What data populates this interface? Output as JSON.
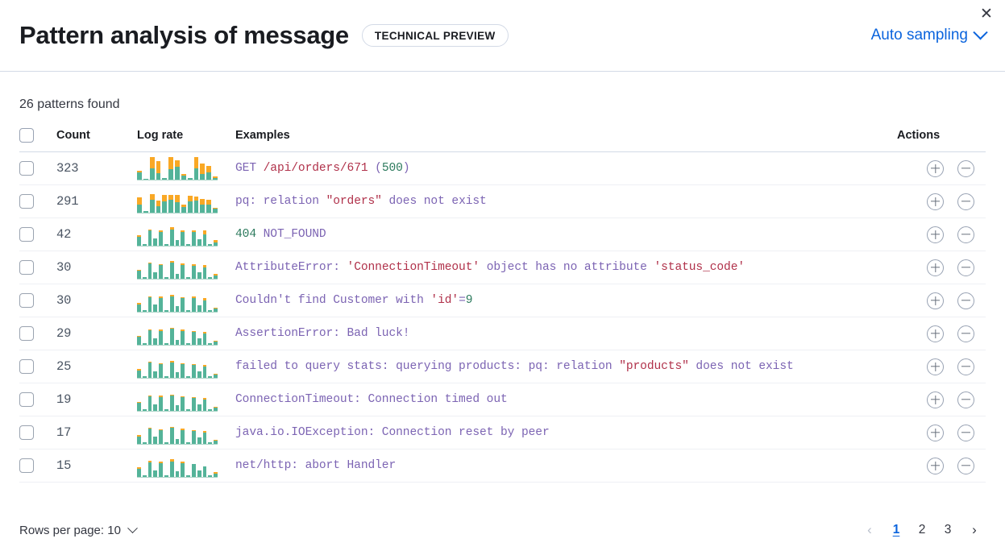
{
  "header": {
    "title": "Pattern analysis of message",
    "badge": "TECHNICAL PREVIEW",
    "sampling_label": "Auto sampling",
    "chevron_icon": "chevron-down-icon",
    "close_icon": "close-icon",
    "accent_color": "#0b64dd"
  },
  "summary": {
    "patterns_found": "26 patterns found"
  },
  "table": {
    "columns": {
      "select": "",
      "count": "Count",
      "log_rate": "Log rate",
      "examples": "Examples",
      "actions": "Actions"
    },
    "action_icons": {
      "add": "plus-circle-icon",
      "remove": "minus-circle-icon"
    },
    "colors": {
      "bar_teal": "#54b399",
      "bar_orange": "#f9a825",
      "token_default": "#7c64b3",
      "token_string": "#b0314a",
      "token_number": "#2c7a5d"
    },
    "rows": [
      {
        "count": "323",
        "tokens": [
          {
            "t": "GET ",
            "c": "default"
          },
          {
            "t": "/api/orders/671",
            "c": "string"
          },
          {
            "t": " (",
            "c": "default"
          },
          {
            "t": "500",
            "c": "number"
          },
          {
            "t": ")",
            "c": "default"
          }
        ],
        "sparkline": [
          {
            "teal": 30,
            "orange": 8
          },
          {
            "teal": 4,
            "orange": 0
          },
          {
            "teal": 46,
            "orange": 46
          },
          {
            "teal": 26,
            "orange": 50
          },
          {
            "teal": 6,
            "orange": 0
          },
          {
            "teal": 44,
            "orange": 50
          },
          {
            "teal": 52,
            "orange": 28
          },
          {
            "teal": 16,
            "orange": 8
          },
          {
            "teal": 6,
            "orange": 0
          },
          {
            "teal": 46,
            "orange": 46
          },
          {
            "teal": 22,
            "orange": 44
          },
          {
            "teal": 30,
            "orange": 26
          },
          {
            "teal": 8,
            "orange": 6
          }
        ]
      },
      {
        "count": "291",
        "tokens": [
          {
            "t": "pq: relation ",
            "c": "default"
          },
          {
            "t": "\"orders\"",
            "c": "string"
          },
          {
            "t": " does not exist",
            "c": "default"
          }
        ],
        "sparkline": [
          {
            "teal": 34,
            "orange": 30
          },
          {
            "teal": 8,
            "orange": 0
          },
          {
            "teal": 54,
            "orange": 22
          },
          {
            "teal": 28,
            "orange": 22
          },
          {
            "teal": 46,
            "orange": 26
          },
          {
            "teal": 52,
            "orange": 22
          },
          {
            "teal": 42,
            "orange": 30
          },
          {
            "teal": 22,
            "orange": 10
          },
          {
            "teal": 48,
            "orange": 22
          },
          {
            "teal": 50,
            "orange": 16
          },
          {
            "teal": 34,
            "orange": 22
          },
          {
            "teal": 34,
            "orange": 18
          },
          {
            "teal": 16,
            "orange": 4
          }
        ]
      },
      {
        "count": "42",
        "tokens": [
          {
            "t": "404",
            "c": "number"
          },
          {
            "t": " NOT_FOUND",
            "c": "default"
          }
        ],
        "sparkline": [
          {
            "teal": 36,
            "orange": 6
          },
          {
            "teal": 6,
            "orange": 0
          },
          {
            "teal": 62,
            "orange": 6
          },
          {
            "teal": 30,
            "orange": 0
          },
          {
            "teal": 58,
            "orange": 6
          },
          {
            "teal": 8,
            "orange": 0
          },
          {
            "teal": 68,
            "orange": 8
          },
          {
            "teal": 22,
            "orange": 0
          },
          {
            "teal": 58,
            "orange": 6
          },
          {
            "teal": 6,
            "orange": 0
          },
          {
            "teal": 56,
            "orange": 8
          },
          {
            "teal": 28,
            "orange": 0
          },
          {
            "teal": 48,
            "orange": 14
          },
          {
            "teal": 8,
            "orange": 0
          },
          {
            "teal": 12,
            "orange": 10
          }
        ]
      },
      {
        "count": "30",
        "tokens": [
          {
            "t": "AttributeError: ",
            "c": "default"
          },
          {
            "t": "'ConnectionTimeout'",
            "c": "string"
          },
          {
            "t": " object has no attribute ",
            "c": "default"
          },
          {
            "t": "'status_code'",
            "c": "string"
          }
        ],
        "sparkline": [
          {
            "teal": 32,
            "orange": 4
          },
          {
            "teal": 6,
            "orange": 0
          },
          {
            "teal": 62,
            "orange": 4
          },
          {
            "teal": 28,
            "orange": 0
          },
          {
            "teal": 56,
            "orange": 4
          },
          {
            "teal": 8,
            "orange": 0
          },
          {
            "teal": 66,
            "orange": 6
          },
          {
            "teal": 20,
            "orange": 0
          },
          {
            "teal": 58,
            "orange": 4
          },
          {
            "teal": 6,
            "orange": 0
          },
          {
            "teal": 54,
            "orange": 6
          },
          {
            "teal": 26,
            "orange": 0
          },
          {
            "teal": 46,
            "orange": 10
          },
          {
            "teal": 8,
            "orange": 0
          },
          {
            "teal": 12,
            "orange": 8
          }
        ]
      },
      {
        "count": "30",
        "tokens": [
          {
            "t": "Couldn't find Customer with ",
            "c": "default"
          },
          {
            "t": "'id'",
            "c": "string"
          },
          {
            "t": "=",
            "c": "default"
          },
          {
            "t": "9",
            "c": "number"
          }
        ],
        "sparkline": [
          {
            "teal": 30,
            "orange": 6
          },
          {
            "teal": 6,
            "orange": 0
          },
          {
            "teal": 60,
            "orange": 4
          },
          {
            "teal": 30,
            "orange": 0
          },
          {
            "teal": 58,
            "orange": 4
          },
          {
            "teal": 8,
            "orange": 0
          },
          {
            "teal": 64,
            "orange": 6
          },
          {
            "teal": 22,
            "orange": 0
          },
          {
            "teal": 56,
            "orange": 4
          },
          {
            "teal": 6,
            "orange": 0
          },
          {
            "teal": 56,
            "orange": 6
          },
          {
            "teal": 26,
            "orange": 0
          },
          {
            "teal": 48,
            "orange": 8
          },
          {
            "teal": 8,
            "orange": 0
          },
          {
            "teal": 12,
            "orange": 6
          }
        ]
      },
      {
        "count": "29",
        "tokens": [
          {
            "t": "AssertionError: Bad luck!",
            "c": "default"
          }
        ],
        "sparkline": [
          {
            "teal": 32,
            "orange": 4
          },
          {
            "teal": 6,
            "orange": 0
          },
          {
            "teal": 60,
            "orange": 4
          },
          {
            "teal": 26,
            "orange": 0
          },
          {
            "teal": 58,
            "orange": 4
          },
          {
            "teal": 8,
            "orange": 0
          },
          {
            "teal": 66,
            "orange": 4
          },
          {
            "teal": 20,
            "orange": 0
          },
          {
            "teal": 58,
            "orange": 4
          },
          {
            "teal": 6,
            "orange": 0
          },
          {
            "teal": 54,
            "orange": 4
          },
          {
            "teal": 28,
            "orange": 0
          },
          {
            "teal": 46,
            "orange": 6
          },
          {
            "teal": 8,
            "orange": 0
          },
          {
            "teal": 12,
            "orange": 6
          }
        ]
      },
      {
        "count": "25",
        "tokens": [
          {
            "t": "failed to query stats: querying products: pq: relation ",
            "c": "default"
          },
          {
            "t": "\"products\"",
            "c": "string"
          },
          {
            "t": " does not exist",
            "c": "default"
          }
        ],
        "sparkline": [
          {
            "teal": 30,
            "orange": 6
          },
          {
            "teal": 6,
            "orange": 0
          },
          {
            "teal": 62,
            "orange": 4
          },
          {
            "teal": 28,
            "orange": 0
          },
          {
            "teal": 56,
            "orange": 4
          },
          {
            "teal": 8,
            "orange": 0
          },
          {
            "teal": 64,
            "orange": 6
          },
          {
            "teal": 22,
            "orange": 0
          },
          {
            "teal": 56,
            "orange": 4
          },
          {
            "teal": 6,
            "orange": 0
          },
          {
            "teal": 54,
            "orange": 4
          },
          {
            "teal": 26,
            "orange": 0
          },
          {
            "teal": 46,
            "orange": 8
          },
          {
            "teal": 8,
            "orange": 0
          },
          {
            "teal": 12,
            "orange": 6
          }
        ]
      },
      {
        "count": "19",
        "tokens": [
          {
            "t": "ConnectionTimeout: Connection timed out",
            "c": "default"
          }
        ],
        "sparkline": [
          {
            "teal": 32,
            "orange": 6
          },
          {
            "teal": 6,
            "orange": 0
          },
          {
            "teal": 60,
            "orange": 4
          },
          {
            "teal": 28,
            "orange": 0
          },
          {
            "teal": 58,
            "orange": 4
          },
          {
            "teal": 8,
            "orange": 0
          },
          {
            "teal": 64,
            "orange": 4
          },
          {
            "teal": 22,
            "orange": 0
          },
          {
            "teal": 56,
            "orange": 4
          },
          {
            "teal": 6,
            "orange": 0
          },
          {
            "teal": 54,
            "orange": 4
          },
          {
            "teal": 26,
            "orange": 0
          },
          {
            "teal": 46,
            "orange": 6
          },
          {
            "teal": 8,
            "orange": 0
          },
          {
            "teal": 12,
            "orange": 6
          }
        ]
      },
      {
        "count": "17",
        "tokens": [
          {
            "t": "java.io.IOException: Connection reset by peer",
            "c": "default"
          }
        ],
        "sparkline": [
          {
            "teal": 30,
            "orange": 6
          },
          {
            "teal": 6,
            "orange": 0
          },
          {
            "teal": 62,
            "orange": 4
          },
          {
            "teal": 30,
            "orange": 0
          },
          {
            "teal": 56,
            "orange": 4
          },
          {
            "teal": 8,
            "orange": 0
          },
          {
            "teal": 66,
            "orange": 4
          },
          {
            "teal": 20,
            "orange": 0
          },
          {
            "teal": 58,
            "orange": 4
          },
          {
            "teal": 6,
            "orange": 0
          },
          {
            "teal": 54,
            "orange": 4
          },
          {
            "teal": 28,
            "orange": 0
          },
          {
            "teal": 46,
            "orange": 6
          },
          {
            "teal": 8,
            "orange": 0
          },
          {
            "teal": 12,
            "orange": 6
          }
        ]
      },
      {
        "count": "15",
        "tokens": [
          {
            "t": "net/http: abort Handler",
            "c": "default"
          }
        ],
        "sparkline": [
          {
            "teal": 32,
            "orange": 8
          },
          {
            "teal": 6,
            "orange": 0
          },
          {
            "teal": 60,
            "orange": 6
          },
          {
            "teal": 28,
            "orange": 0
          },
          {
            "teal": 58,
            "orange": 6
          },
          {
            "teal": 8,
            "orange": 0
          },
          {
            "teal": 64,
            "orange": 8
          },
          {
            "teal": 22,
            "orange": 0
          },
          {
            "teal": 56,
            "orange": 6
          },
          {
            "teal": 6,
            "orange": 0
          },
          {
            "teal": 54,
            "orange": 0
          },
          {
            "teal": 26,
            "orange": 0
          },
          {
            "teal": 44,
            "orange": 0
          },
          {
            "teal": 8,
            "orange": 0
          },
          {
            "teal": 12,
            "orange": 8
          }
        ]
      }
    ]
  },
  "footer": {
    "rows_per_page_label": "Rows per page: 10",
    "rows_chevron_icon": "chevron-down-icon",
    "prev_icon": "chevron-left-icon",
    "next_icon": "chevron-right-icon",
    "prev_disabled": true,
    "pages": [
      "1",
      "2",
      "3"
    ],
    "active_page": "1"
  }
}
